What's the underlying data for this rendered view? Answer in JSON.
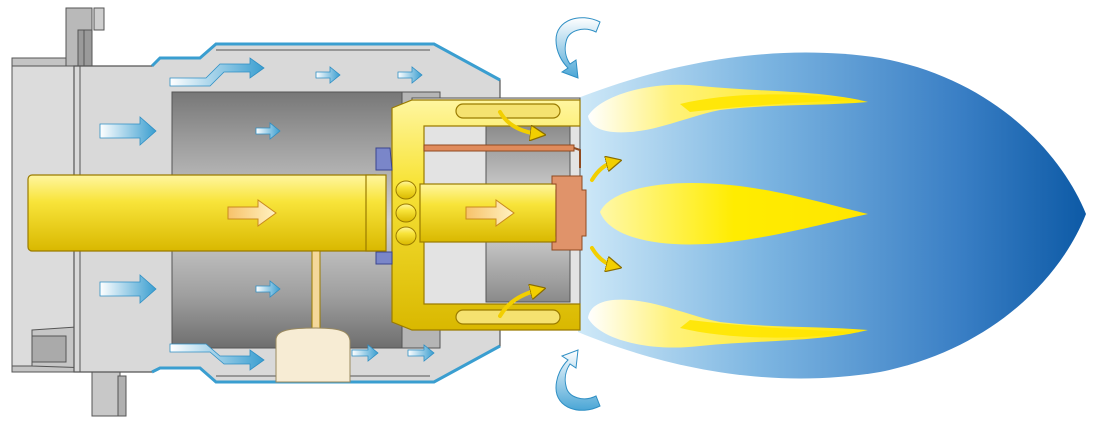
{
  "diagram": {
    "colors": {
      "background": "#ffffff",
      "casing_fill": "#d8d8d8",
      "casing_stroke": "#555555",
      "liner_dark": "#8a8a8a",
      "liner_light": "#c9c9c9",
      "fuel_yellow": "#f6e000",
      "fuel_yellow_light": "#fff27a",
      "fuel_stroke": "#9a7b00",
      "flame_light": "#b7dcf2",
      "flame_dark": "#0d5aa6",
      "flame_core": "#fff200",
      "air_arrow": "#7ec3e6",
      "air_arrow_dark": "#2f8fc4",
      "fuel_arrow": "#e39a3a",
      "swirl_arrow": "#f2cf00",
      "copper": "#d97a4a",
      "accent_blue": "#3a9ed0",
      "valve_blue": "#7a86c9"
    },
    "icons": {
      "air_flow": "right-arrow",
      "fuel_flow": "right-arrow",
      "swirl": "curved-arrow",
      "recirculation": "curved-arrow",
      "flame": "flame"
    }
  }
}
